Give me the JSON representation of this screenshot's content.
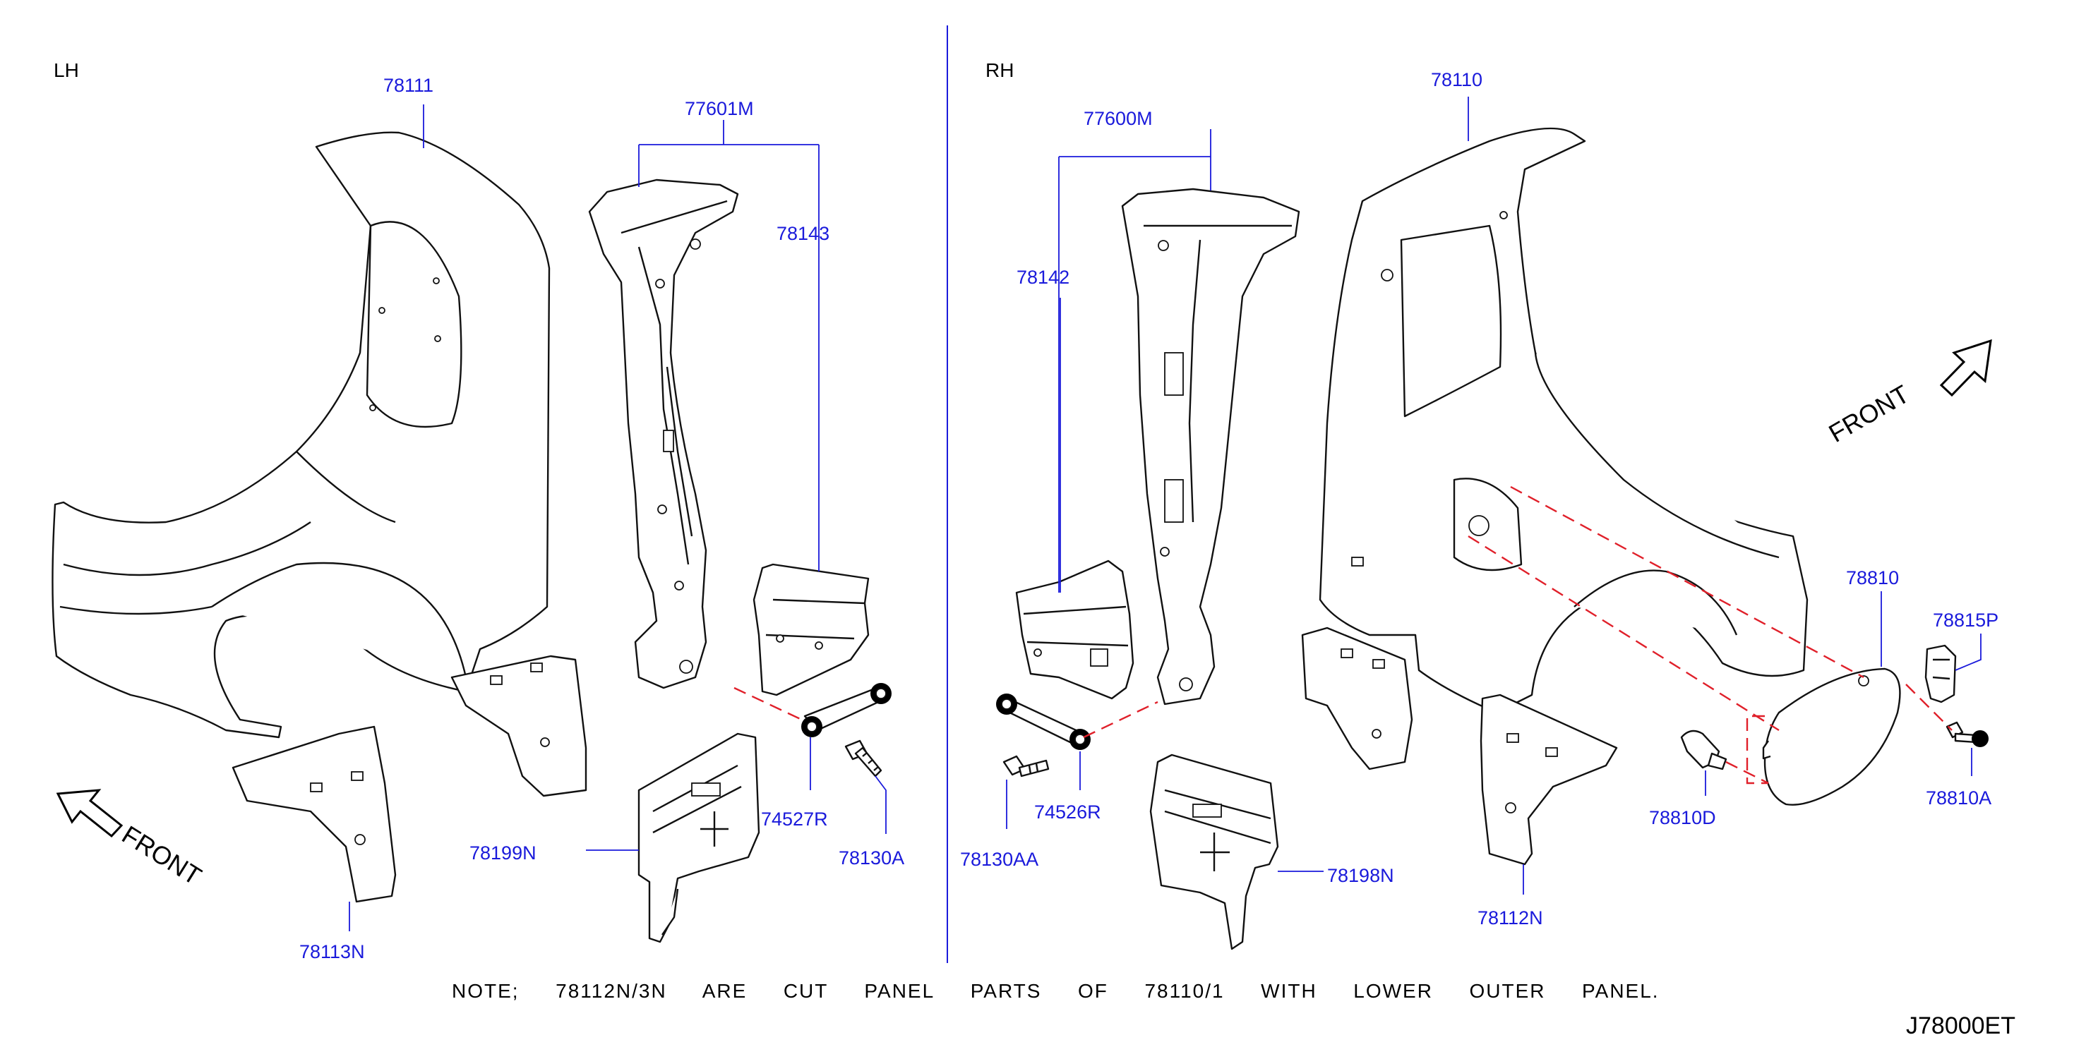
{
  "sections": {
    "left": "LH",
    "right": "RH"
  },
  "front_label": "FRONT",
  "note": "NOTE;  78112N/3N  ARE  CUT  PANEL  PARTS  OF  78110/1  WITH  LOWER  OUTER  PANEL.",
  "diagram_code": "J78000ET",
  "parts": {
    "p78111": "78111",
    "p77601M": "77601M",
    "p78143": "78143",
    "p78113N": "78113N",
    "p78199N": "78199N",
    "p74527R": "74527R",
    "p78130A": "78130A",
    "p77600M": "77600M",
    "p78142": "78142",
    "p78110": "78110",
    "p78130AA": "78130AA",
    "p74526R": "74526R",
    "p78198N": "78198N",
    "p78112N": "78112N",
    "p78810": "78810",
    "p78815P": "78815P",
    "p78810D": "78810D",
    "p78810A": "78810A"
  },
  "colors": {
    "label": "#1a1adb",
    "line": "#111111",
    "dashed_guide": "#e0202a"
  }
}
